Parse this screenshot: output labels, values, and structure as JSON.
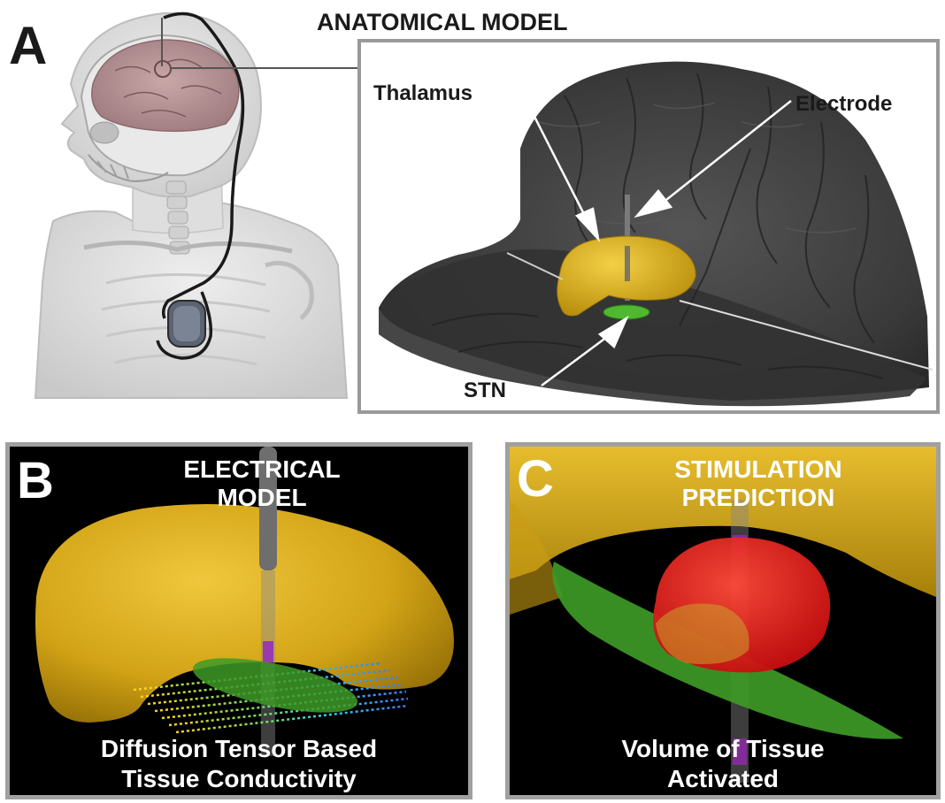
{
  "panel_a": {
    "letter": "A",
    "title": "ANATOMICAL MODEL",
    "labels": {
      "thalamus": "Thalamus",
      "electrode": "Electrode",
      "stn": "STN"
    }
  },
  "panel_b": {
    "letter": "B",
    "title_line1": "ELECTRICAL",
    "title_line2": "MODEL",
    "caption_line1": "Diffusion Tensor Based",
    "caption_line2": "Tissue Conductivity"
  },
  "panel_c": {
    "letter": "C",
    "title_line1": "STIMULATION",
    "title_line2": "PREDICTION",
    "caption_line1": "Volume of Tissue",
    "caption_line2": "Activated"
  },
  "colors": {
    "thalamus": "#d8a816",
    "stn": "#3f9a2a",
    "activation": "#e61a1a",
    "electrode_contact": "#8a2aa0",
    "brain_slice": "#3a3a3a",
    "frame": "#9a9a9a"
  },
  "icons": [
    "human-head-skeleton-illustration",
    "pulse-generator-icon",
    "electrode-lead"
  ]
}
